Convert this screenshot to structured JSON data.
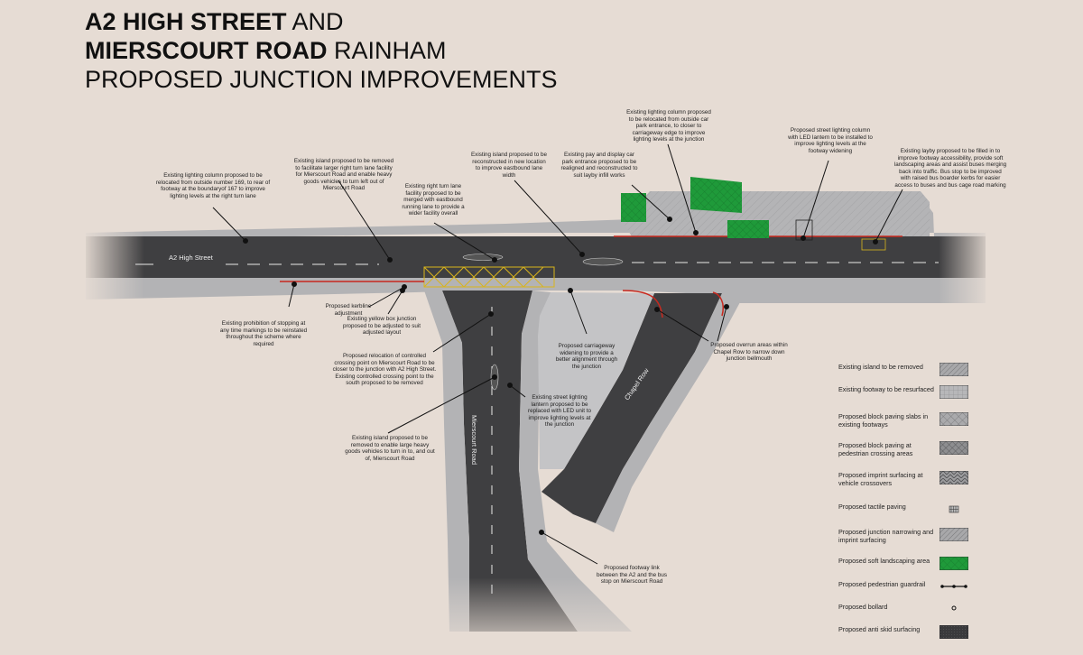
{
  "title": {
    "line1_bold": "A2 HIGH STREET",
    "line1_light": "AND",
    "line2_bold": "MIERSCOURT ROAD",
    "line2_light": "RAINHAM",
    "line3": "PROPOSED JUNCTION IMPROVEMENTS"
  },
  "road_labels": {
    "a2": "A2 High Street",
    "mierscourt": "Mierscourt Road",
    "chapel": "Chapel Row"
  },
  "annotations": {
    "lighting_relocate_169": "Existing lighting column proposed to be relocated from outside number 169, to rear of footway at the boundaryof 167 to improve lighting levels at the right turn lane",
    "island_remove_right_turn": "Existing island proposed to be removed to facilitate larger right turn lane facility for Mierscourt Road and enable heavy goods vehicles to turn left out of Mierscourt Road",
    "right_turn_merge": "Existing right turn lane facility proposed to be merged with eastbound running lane to provide a wider facility overall",
    "island_reconstruct": "Existing island proposed to be reconstructed in new location to improve eastbound lane width",
    "pay_display": "Existing pay and display car park entrance proposed to be realigned and reconstructed to suit layby infill works",
    "lighting_car_park": "Existing lighting column proposed to be relocated from outside car park entrance, to closer to carriageway edge to improve lighting levels at the junction",
    "street_lighting_led": "Proposed street lighting column with LED lantern to be installed to improve lighting levels at the footway widening",
    "layby_fill": "Existing layby proposed to be filled in to improve footway accessibility, provide soft landscaping areas and assist buses merging back into traffic. Bus stop to be improved with raised bus boarder kerbs for easier access to buses and bus cage road marking",
    "kerbline": "Proposed kerbline adjustment",
    "prohibition_stopping": "Existing prohibition of stopping at any time markings to be reinstated throughout the scheme where required",
    "yellow_box": "Existing yellow box junction proposed to be adjusted to suit adjusted layout",
    "crossing_relocation": "Proposed relocation of controlled crossing point on Mierscourt Road to be closer to the junction with A2 High Street. Existing controlled crossing point to the south proposed to be removed",
    "carriageway_widening": "Proposed carriageway widening to provide a better alignment through the junction",
    "overrun_chapel": "Proposed overrun areas within Chapel Row to narrow down junction bellmouth",
    "lantern_replace": "Existing street lighting lantern proposed to be replaced with LED unit to improve lighting levels at the junction",
    "island_remove_hgv": "Existing island proposed to be removed to enable large heavy goods vehicles to turn in to, and out of, Mierscourt Road",
    "footway_link": "Proposed footway link between the A2 and the bus stop on Mierscourt Road"
  },
  "legend": [
    {
      "label": "Existing island to be removed",
      "swatch": "hatch-light"
    },
    {
      "label": "Existing footway to be resurfaced",
      "swatch": "grid-light"
    },
    {
      "label": "Proposed block paving slabs in existing footways",
      "swatch": "diamond"
    },
    {
      "label": "Proposed block paving at pedestrian crossing areas",
      "swatch": "diamond-dark"
    },
    {
      "label": "Proposed imprint surfacing at vehicle crossovers",
      "swatch": "herringbone"
    },
    {
      "label": "Proposed tactile paving",
      "swatch": "tactile"
    },
    {
      "label": "Proposed junction narrowing and imprint surfacing",
      "swatch": "hatch-mid"
    },
    {
      "label": "Proposed soft landscaping area",
      "swatch": "green"
    },
    {
      "label": "Proposed pedestrian guardrail",
      "swatch": "guardrail"
    },
    {
      "label": "Proposed bollard",
      "swatch": "bollard"
    },
    {
      "label": "Proposed anti skid surfacing",
      "swatch": "antiskid"
    }
  ],
  "colors": {
    "background": "#e6dcd4",
    "carriageway": "#3f3f41",
    "footway": "#a9a9ab",
    "landscaping": "#1f9a3a",
    "kerb_red": "#c8281e",
    "yellow_box": "#d9b41c"
  }
}
